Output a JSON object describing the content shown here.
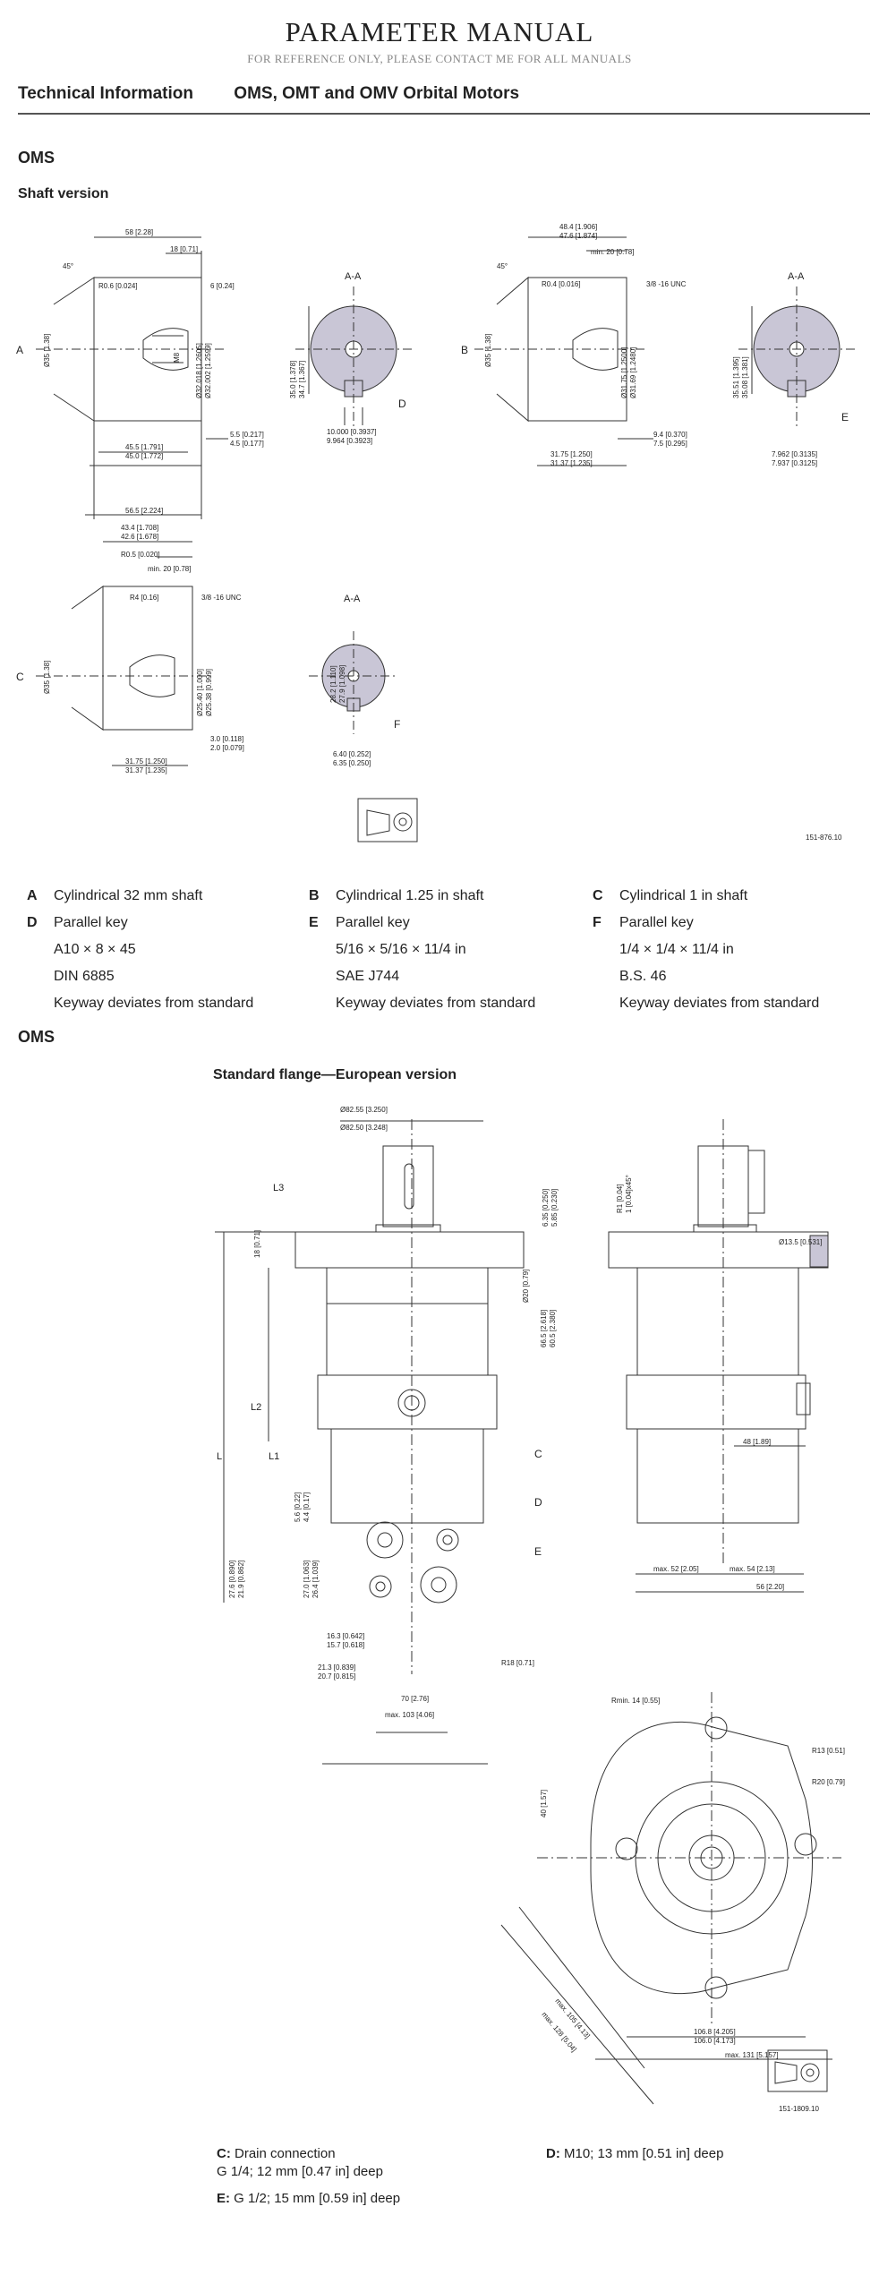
{
  "header": {
    "title": "PARAMETER MANUAL",
    "subtitle": "FOR REFERENCE ONLY, PLEASE CONTACT ME FOR ALL MANUALS"
  },
  "title_bar": {
    "left": "Technical Information",
    "right": "OMS, OMT and OMV Orbital Motors"
  },
  "section1": {
    "heading": "OMS",
    "subheading": "Shaft version"
  },
  "drawingA": {
    "d1": "58 [2.28]",
    "d2": "18 [0.71]",
    "d3": "45°",
    "d4": "R0.6 [0.024]",
    "d5": "6 [0.24]",
    "d6": "A",
    "d7": "Ø35 [1.38]",
    "d8": "Ø32.018 [1.2605]",
    "d9": "Ø32.002 [1.2599]",
    "d10": "M8",
    "d11": "45.5 [1.791]",
    "d12": "45.0 [1.772]",
    "d13": "56.5 [2.224]",
    "d14": "5.5 [0.217]",
    "d15": "4.5 [0.177]",
    "aa": "A-A",
    "k1": "35.0 [1.378]",
    "k2": "34.7 [1.367]",
    "k3": "10.000 [0.3937]",
    "k4": "9.964 [0.3923]",
    "letter": "D"
  },
  "drawingB": {
    "d1": "48.4 [1.906]",
    "d2": "47.6 [1.874]",
    "d3": "min. 20 [0.78]",
    "d4": "R0.4 [0.016]",
    "d5": "3/8 -16 UNC",
    "d6": "B",
    "d7": "Ø35 [1.38]",
    "d8": "Ø31.75 [1.2500]",
    "d9": "Ø31.69 [1.2480]",
    "d10": "45°",
    "d11": "31.75 [1.250]",
    "d12": "31.37 [1.235]",
    "d13": "9.4 [0.370]",
    "d14": "7.5 [0.295]",
    "aa": "A-A",
    "k1": "35.51 [1.395]",
    "k2": "35.08 [1.381]",
    "k3": "7.962 [0.3135]",
    "k4": "7.937 [0.3125]",
    "letter": "E"
  },
  "drawingC": {
    "d1": "43.4 [1.708]",
    "d2": "42.6 [1.678]",
    "d3": "R0.5 [0.020]",
    "d4": "min. 20 [0.78]",
    "d5": "R4 [0.16]",
    "d6": "3/8 -16 UNC",
    "d7": "C",
    "d8": "Ø35 [1.38]",
    "d9": "Ø25.40 [1.000]",
    "d10": "Ø25.38 [0.999]",
    "d11": "31.75 [1.250]",
    "d12": "31.37 [1.235]",
    "d13": "3.0 [0.118]",
    "d14": "2.0 [0.079]",
    "aa": "A-A",
    "k1": "28.2 [1.110]",
    "k2": "27.9 [1.098]",
    "k3": "6.40 [0.252]",
    "k4": "6.35 [0.250]",
    "letter": "F"
  },
  "ref1": "151-876.10",
  "legend": [
    {
      "letter": "A",
      "lines": [
        "Cylindrical 32 mm shaft"
      ]
    },
    {
      "letter": "B",
      "lines": [
        "Cylindrical 1.25 in shaft"
      ]
    },
    {
      "letter": "C",
      "lines": [
        "Cylindrical 1 in shaft"
      ]
    },
    {
      "letter": "D",
      "lines": [
        "Parallel key",
        "A10 × 8 × 45",
        "DIN 6885",
        "Keyway deviates from standard"
      ]
    },
    {
      "letter": "E",
      "lines": [
        "Parallel key",
        "5/16 × 5/16 × 11/4 in",
        "SAE J744",
        "Keyway deviates from standard"
      ]
    },
    {
      "letter": "F",
      "lines": [
        "Parallel key",
        "1/4 × 1/4 × 11/4 in",
        "B.S. 46",
        "Keyway deviates from standard"
      ]
    }
  ],
  "section2": {
    "heading": "OMS",
    "subheading": "Standard flange—European version"
  },
  "motor": {
    "m1": "Ø82.55 [3.250]",
    "m2": "Ø82.50 [3.248]",
    "m3": "L3",
    "m4": "6.35 [0.250]",
    "m5": "5.85 [0.230]",
    "m6": "18 [0.71]",
    "m7": "Ø20 [0.79]",
    "m8": "66.5 [2.618]",
    "m9": "60.5 [2.380]",
    "m10": "L2",
    "m11": "L",
    "m12": "L1",
    "m13": "5.6 [0.22]",
    "m14": "4.4 [0.17]",
    "m15": "27.6 [0.890]",
    "m16": "21.9 [0.862]",
    "m17": "27.0 [1.063]",
    "m18": "26.4 [1.039]",
    "m19": "16.3 [0.642]",
    "m20": "15.7 [0.618]",
    "m21": "21.3 [0.839]",
    "m22": "20.7 [0.815]",
    "m23": "70 [2.76]",
    "m24": "max. 103 [4.06]",
    "m25": "R18 [0.71]",
    "m26": "C",
    "m27": "D",
    "m28": "E",
    "s1": "R1 [0.04]",
    "s2": "1 [0.04]x45°",
    "s3": "Ø13.5 [0.531]",
    "s4": "48 [1.89]",
    "s5": "max. 52 [2.05]",
    "s6": "max. 54 [2.13]",
    "s7": "56 [2.20]",
    "f1": "Rmin. 14 [0.55]",
    "f2": "R13 [0.51]",
    "f3": "R20 [0.79]",
    "f4": "40 [1.57]",
    "f5": "106.8 [4.205]",
    "f6": "106.0 [4.173]",
    "f7": "max. 131 [5.157]",
    "f8": "max. 105 [4.13]",
    "f9": "max. 128 [5.04]"
  },
  "ref2": "151-1809.10",
  "notes": {
    "c_label": "C:",
    "c_text": "Drain connection",
    "c_text2": "G 1/4; 12 mm [0.47 in] deep",
    "d_label": "D:",
    "d_text": "M10; 13 mm [0.51 in] deep",
    "e_label": "E:",
    "e_text": "G 1/2; 15 mm [0.59 in] deep"
  }
}
